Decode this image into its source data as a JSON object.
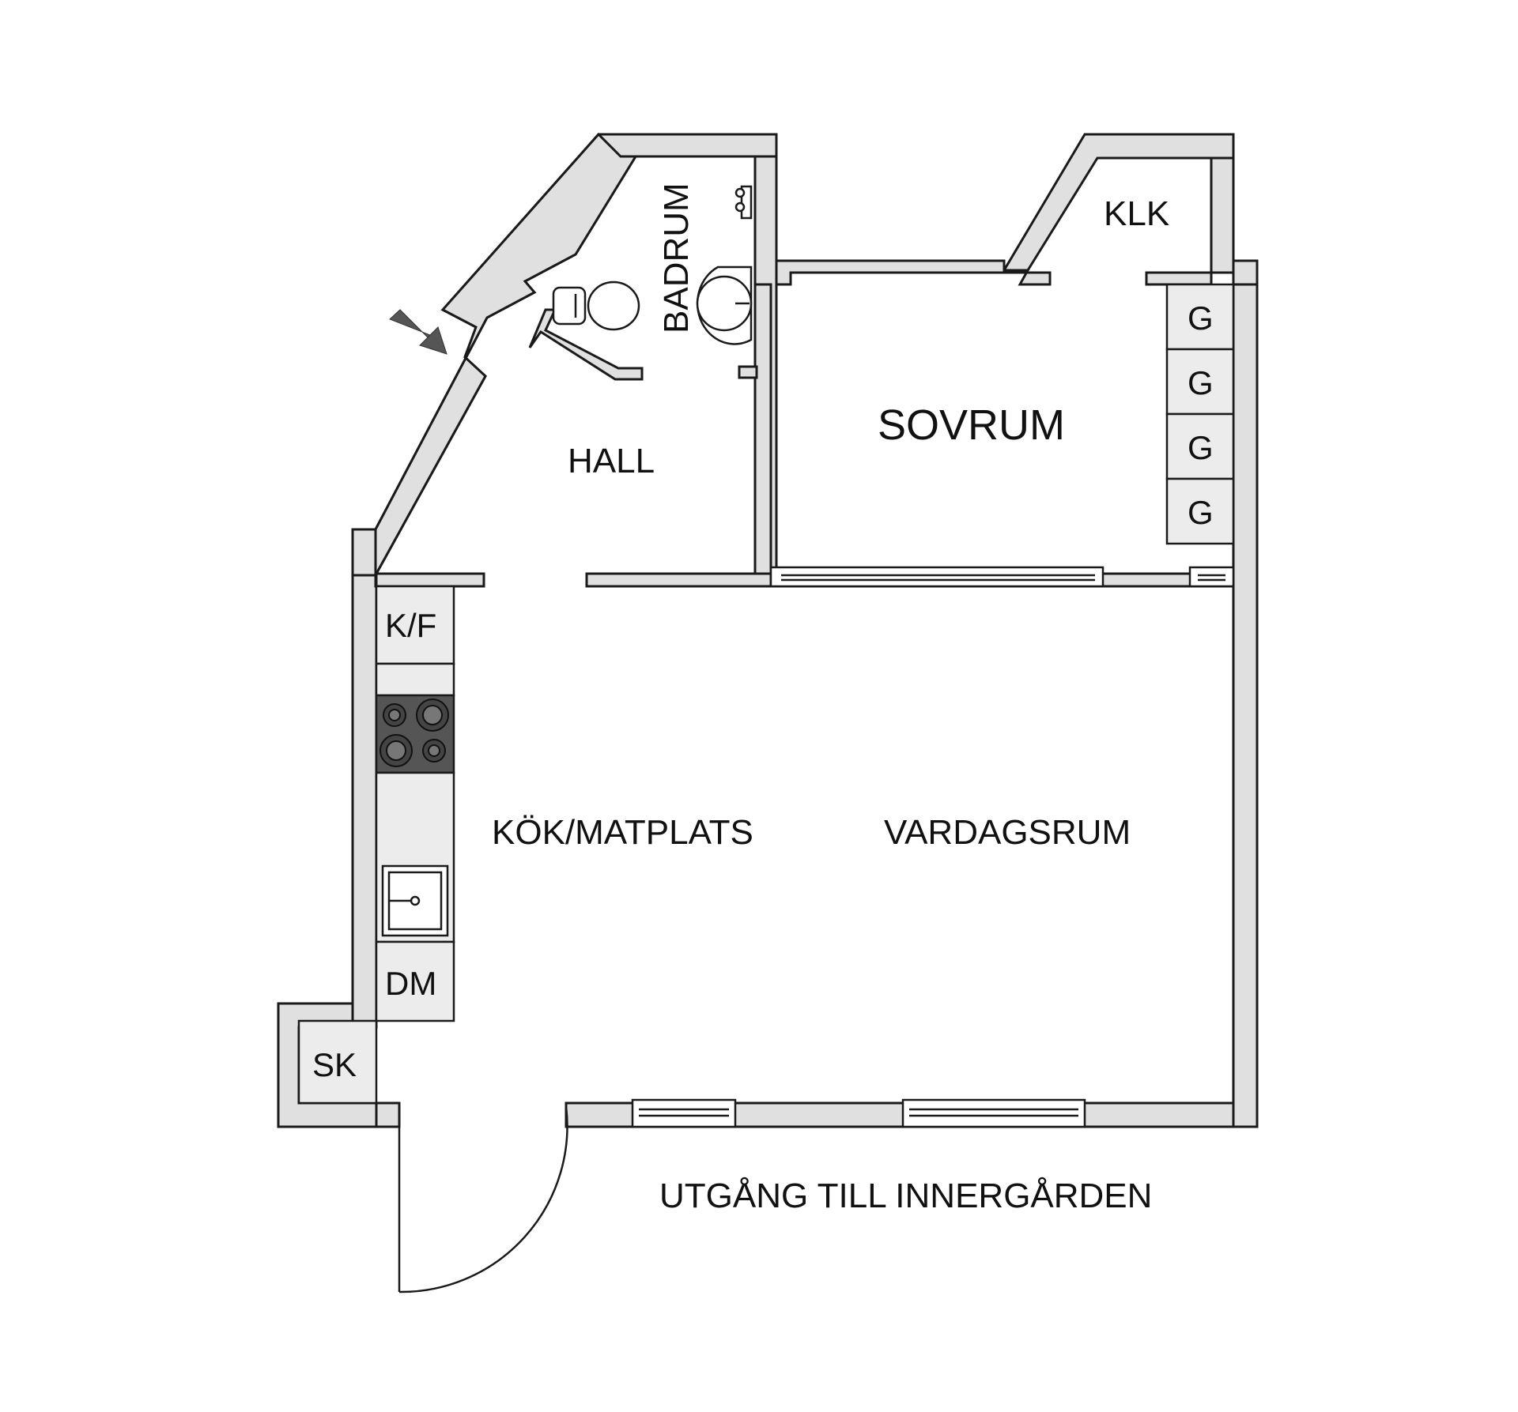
{
  "rooms": {
    "badrum": "BADRUM",
    "hall": "HALL",
    "sovrum": "SOVRUM",
    "klk": "KLK",
    "kok": "KÖK/MATPLATS",
    "vardagsrum": "VARDAGSRUM"
  },
  "fixtures": {
    "kf": "K/F",
    "dm": "DM",
    "sk": "SK",
    "wardrobe": [
      "G",
      "G",
      "G",
      "G"
    ]
  },
  "exit_label": "UTGÅNG TILL INNERGÅRDEN",
  "colors": {
    "wall_fill": "#e0e0e0",
    "outline": "#1a1a1a",
    "stove": "#555555",
    "arrow": "#555555"
  }
}
